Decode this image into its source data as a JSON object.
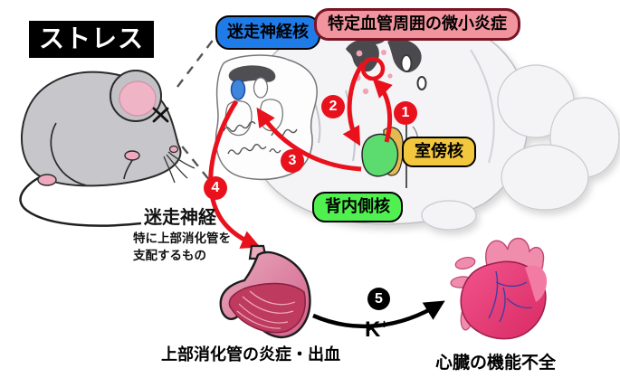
{
  "stress_label": "ストレス",
  "labels": {
    "vagus_nucleus": "迷走神経核",
    "inflammation": "特定血管周囲の微小炎症",
    "pvn": "室傍核",
    "dmh": "背内側核"
  },
  "vagus_nerve": {
    "title": "迷走神経",
    "sub_line1": "特に上部消化管を",
    "sub_line2": "支配するもの"
  },
  "steps": [
    "1",
    "2",
    "3",
    "4",
    "5"
  ],
  "potassium": {
    "symbol": "K",
    "charge": "+"
  },
  "captions": {
    "stomach": "上部消化管の炎症・出血",
    "heart": "心臓の機能不全"
  },
  "colors": {
    "accent_red": "#e8111c",
    "vagus_box_blue": "#1e7be8",
    "inflammation_box_pink": "#f2949e",
    "inflammation_box_border": "#7a1525",
    "pvn_box_yellow": "#f3c73d",
    "dmh_box_green": "#4ff04f",
    "stress_box_black": "#000000",
    "dmh_blob_green": "#5cdc6e",
    "pvn_blob_tan": "#e5b94f",
    "vagus_blob_blue": "#3f86dc"
  },
  "icons": {
    "mouse": "mouse-illustration",
    "brain": "brain-illustration",
    "brainstem_slice": "brainstem-slice-illustration",
    "stomach": "stomach-illustration",
    "heart": "heart-illustration"
  }
}
